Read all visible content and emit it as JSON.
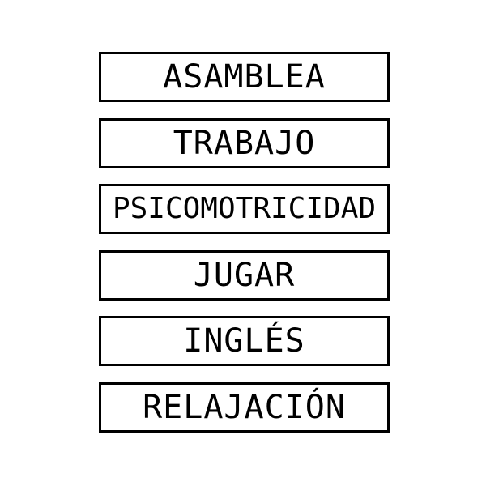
{
  "cards": [
    {
      "label": "ASAMBLEA"
    },
    {
      "label": "TRABAJO"
    },
    {
      "label": "PSICOMOTRICIDAD"
    },
    {
      "label": "JUGAR"
    },
    {
      "label": "INGLÉS"
    },
    {
      "label": "RELAJACIÓN"
    }
  ],
  "colors": {
    "border": "#000000",
    "text": "#000000",
    "background": "#ffffff"
  }
}
